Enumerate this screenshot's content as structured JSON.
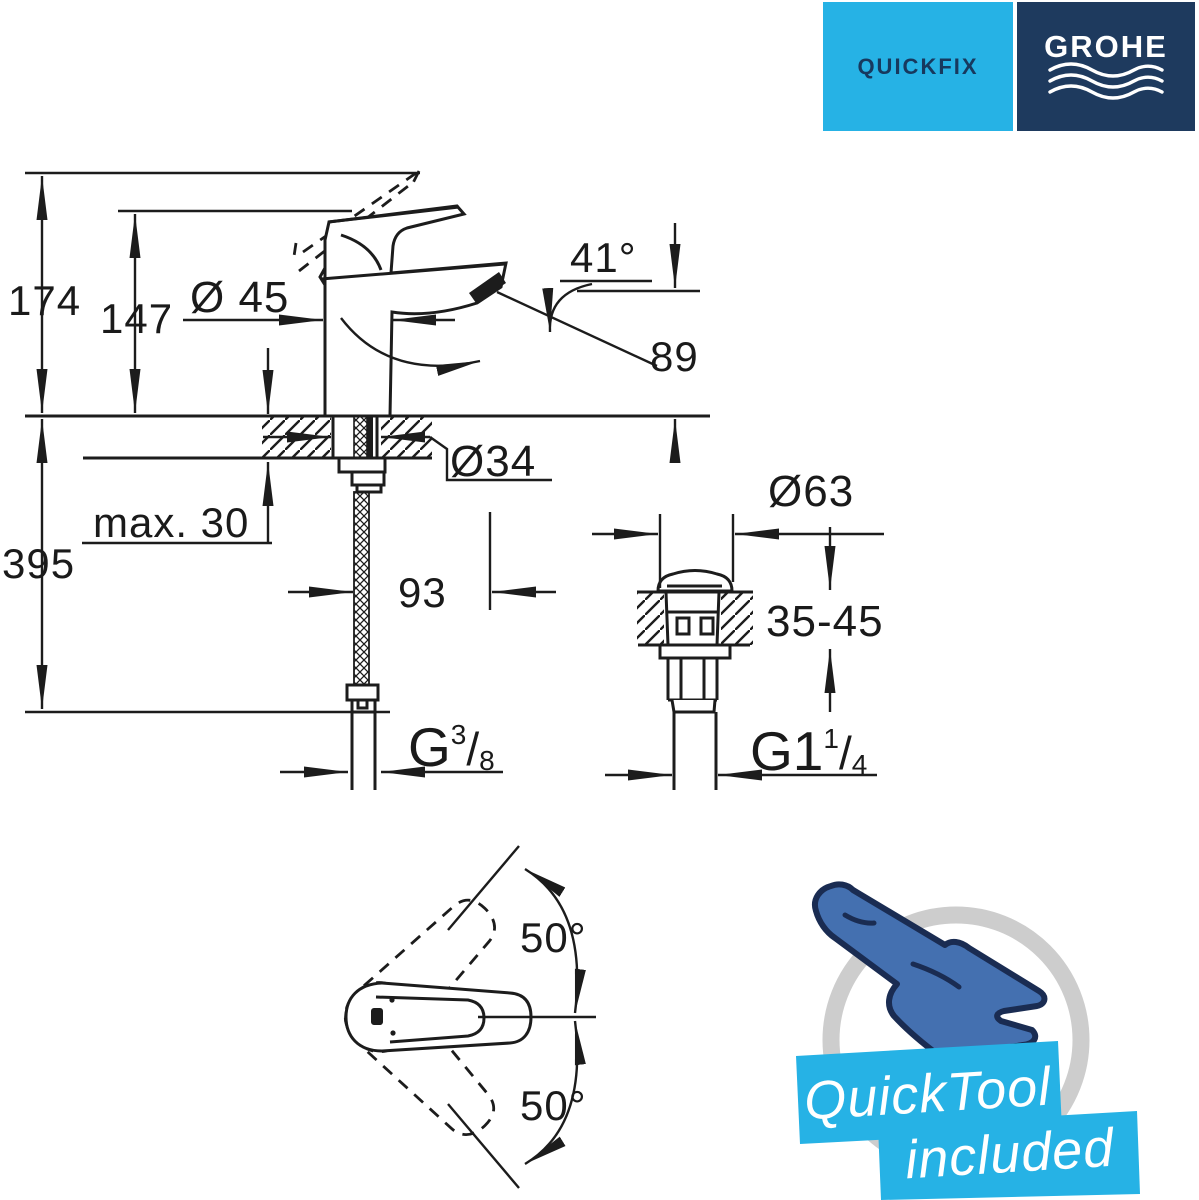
{
  "header": {
    "quickfix_label": "QUICKFIX",
    "grohe_label": "GROHE"
  },
  "colors": {
    "cyan": "#26b2e5",
    "navy": "#1e3a5e",
    "tool_blue": "#4470b0",
    "tool_outline": "#1a2c52",
    "badge_circle_gray": "#cdcdcd",
    "drawing_line": "#1c1c1c"
  },
  "dimensions": {
    "overall_height": "174",
    "body_height": "147",
    "body_diameter": "Ø 45",
    "spout_angle": "41°",
    "spout_outlet_height": "89",
    "mounting_hole_diameter": "Ø34",
    "deck_thickness_max": "max. 30",
    "hose_length_below_deck": "395",
    "spout_reach": "93",
    "waste_flange_diameter": "Ø63",
    "basin_thickness_range": "35-45",
    "handle_swing_upper": "50°",
    "handle_swing_lower": "50°",
    "supply_thread": {
      "prefix": "G",
      "numerator": "3",
      "slash": "/",
      "denominator": "8"
    },
    "waste_thread": {
      "prefix": "G1",
      "numerator": "1",
      "slash": "/",
      "denominator": "4"
    }
  },
  "badge": {
    "line1": "QuickTool",
    "line2": "included"
  }
}
